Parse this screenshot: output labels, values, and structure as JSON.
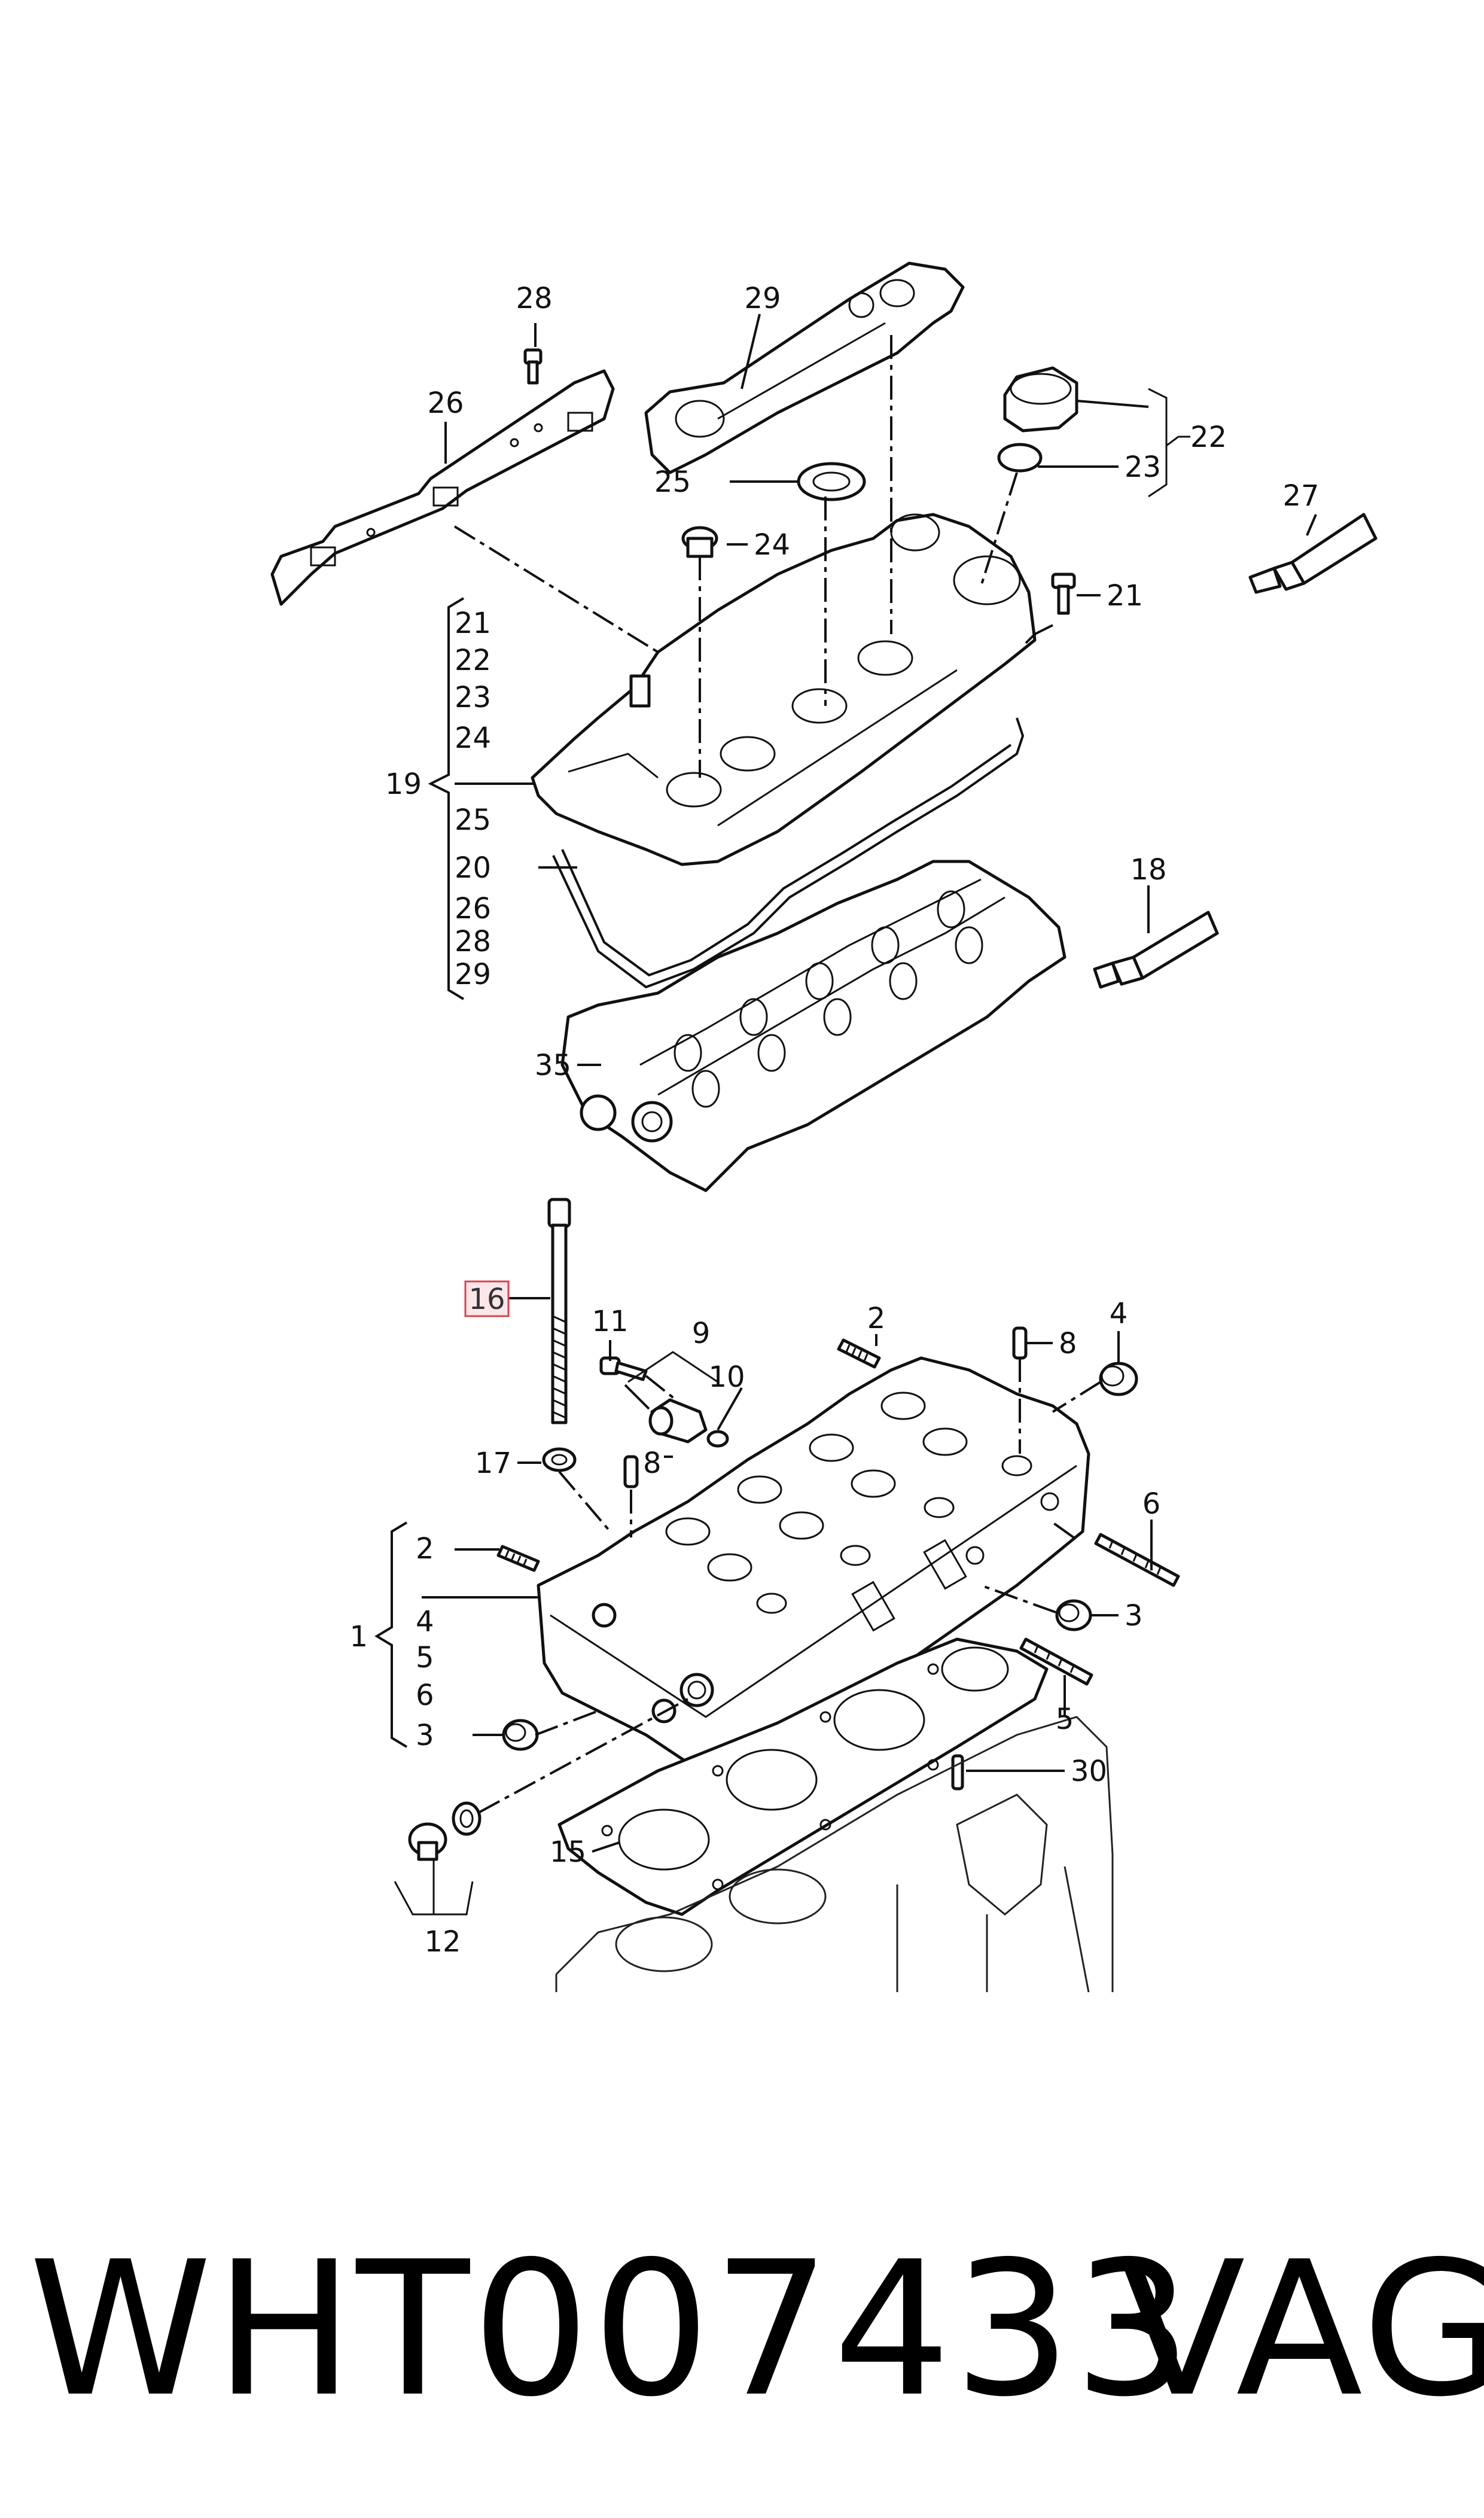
{
  "callouts": {
    "c1": "1",
    "c2a": "2",
    "c2b": "2",
    "c3a": "3",
    "c3b": "3",
    "c4a": "4",
    "c4b": "4",
    "c5a": "5",
    "c5b": "5",
    "c6a": "6",
    "c6b": "6",
    "c8a": "8",
    "c8b": "8",
    "c9": "9",
    "c10": "10",
    "c11": "11",
    "c12": "12",
    "c15": "15",
    "c16": "16",
    "c17": "17",
    "c18": "18",
    "c19": "19",
    "c20": "20",
    "c21": "21",
    "c22": "22",
    "c23": "23",
    "c24": "24",
    "c25": "25",
    "c26": "26",
    "c27": "27",
    "c28": "28",
    "c29": "29",
    "c30": "30",
    "c35": "35"
  },
  "bracket19": [
    "21",
    "22",
    "23",
    "24",
    "25",
    "20",
    "26",
    "28",
    "29"
  ],
  "bracket1": [
    "2",
    "4",
    "5",
    "6",
    "3"
  ],
  "highlight": {
    "callout": "16",
    "color": "#d9434f"
  },
  "caption": {
    "part_number": "WHT007433",
    "brand": "VAG"
  }
}
